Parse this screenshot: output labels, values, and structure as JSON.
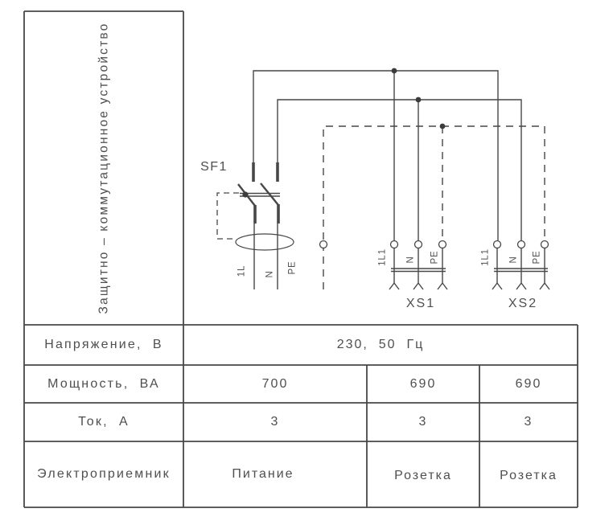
{
  "colors": {
    "line": "#474747",
    "text": "#4f4f4f",
    "background": "#ffffff"
  },
  "header_cell": {
    "label": "Защитно – коммутационное устройство"
  },
  "schematic": {
    "breaker": {
      "label": "SF1",
      "conductors": [
        "1L",
        "N",
        "PE"
      ]
    },
    "sockets": [
      {
        "caption": "XS1",
        "conductors": [
          "1L1",
          "N",
          "PE"
        ]
      },
      {
        "caption": "XS2",
        "conductors": [
          "1L1",
          "N",
          "PE"
        ]
      }
    ]
  },
  "table": {
    "rows": [
      {
        "label": "Напряжение,  В",
        "merged_value": "230,  50  Гц"
      },
      {
        "label": "Мощность,  ВА",
        "values": [
          "700",
          "690",
          "690"
        ]
      },
      {
        "label": "Ток,  А",
        "values": [
          "3",
          "3",
          "3"
        ]
      },
      {
        "label": "Электроприемник",
        "values": [
          "Питание",
          "Розетка",
          "Розетка"
        ]
      }
    ]
  }
}
